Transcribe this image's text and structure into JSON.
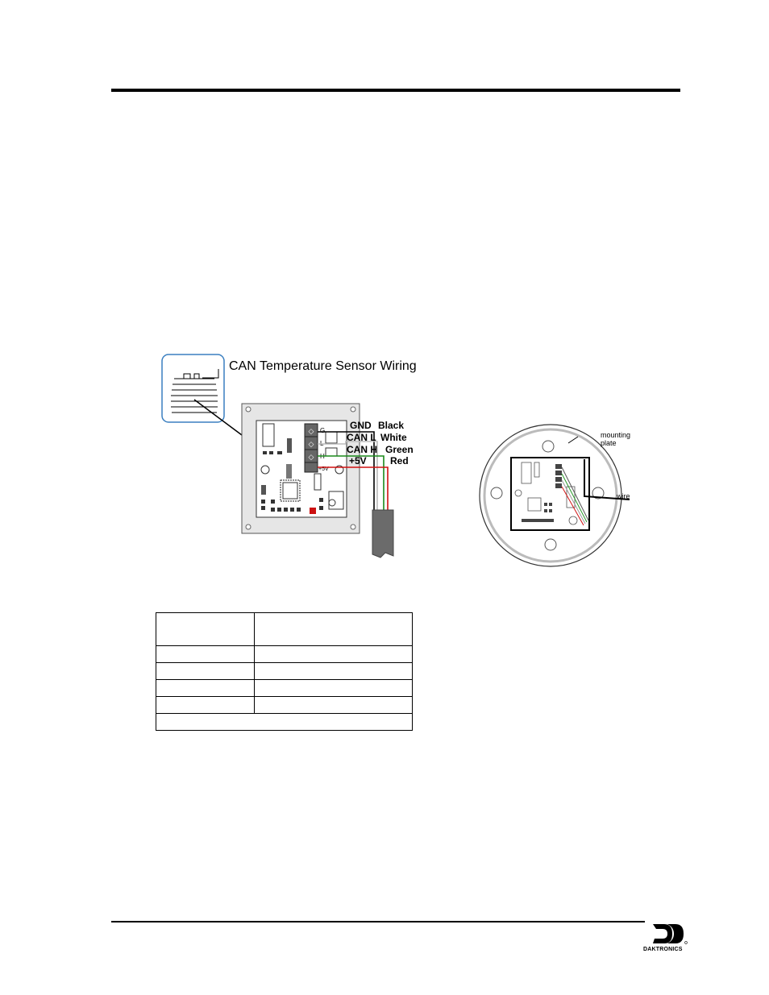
{
  "figure": {
    "title": "CAN Temperature Sensor Wiring",
    "signals": [
      {
        "signal": "GND",
        "wire": "Black",
        "color": "#000000"
      },
      {
        "signal": "CAN L",
        "wire": "White",
        "color": "#ffffff"
      },
      {
        "signal": "CAN H",
        "wire": "Green",
        "color": "#1a8a1a"
      },
      {
        "signal": "+5V",
        "wire": "Red",
        "color": "#d01010"
      }
    ],
    "terminal_labels": [
      "G",
      "L",
      "H",
      "+5V"
    ]
  },
  "mount_figure": {
    "mounting_label_1": "mounting",
    "mounting_label_2": "plate",
    "wire_label": "wire"
  },
  "table": {
    "rows": 6
  },
  "footer": {
    "brand": "DAKTRONICS"
  }
}
